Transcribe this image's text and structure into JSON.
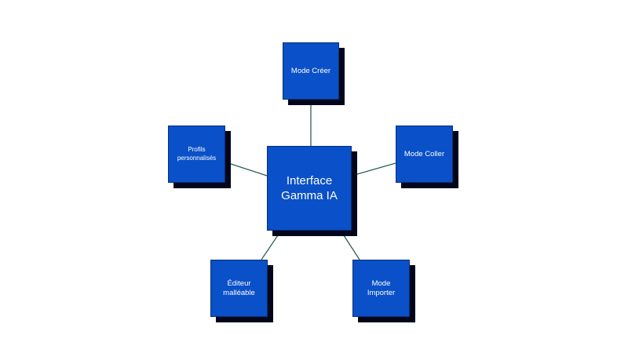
{
  "diagram": {
    "center": {
      "line1": "Interface",
      "line2": "Gamma IA"
    },
    "nodes": {
      "mode_creer": {
        "line1": "Mode Créer"
      },
      "profils": {
        "line1": "Profils",
        "line2": "personnalisés"
      },
      "mode_coller": {
        "line1": "Mode Coller"
      },
      "editeur": {
        "line1": "Éditeur",
        "line2": "malléable"
      },
      "mode_importer": {
        "line1": "Mode",
        "line2": "Importer"
      }
    },
    "colors": {
      "box_fill": "#0a50c8",
      "box_border": "#082f7a",
      "shadow": "#02061a",
      "connector": "#2f5f5a",
      "text": "#ffffff"
    }
  }
}
